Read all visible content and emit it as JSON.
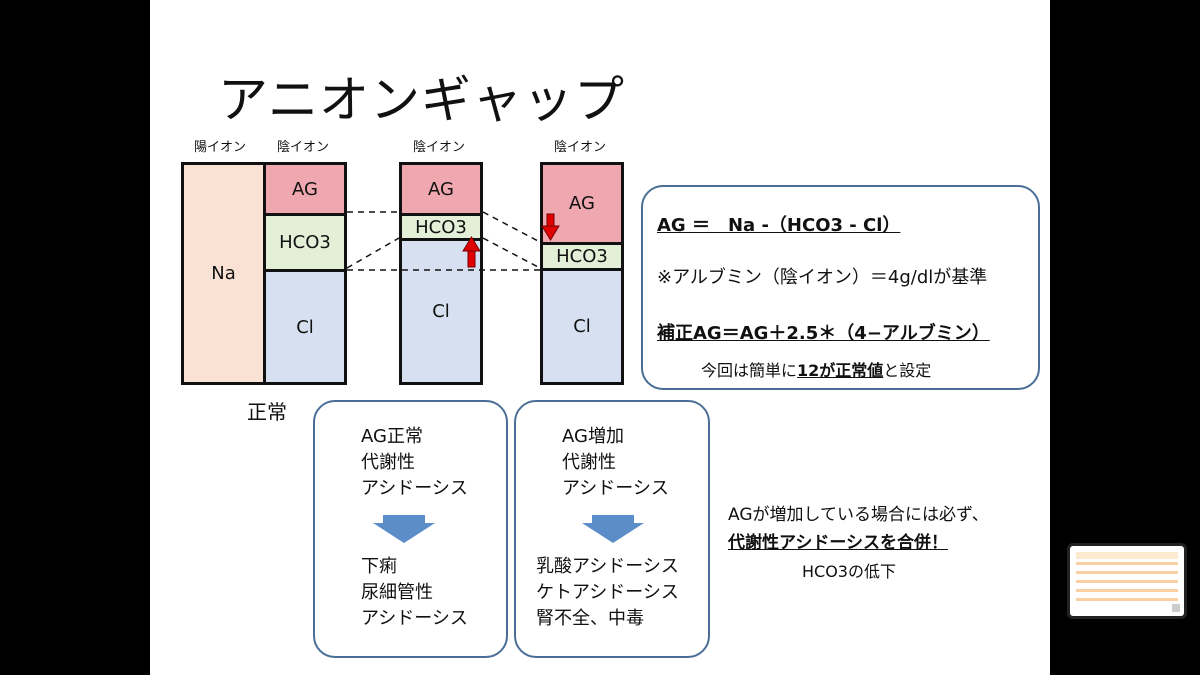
{
  "title": "アニオンギャップ",
  "headers": {
    "cation": "陽イオン",
    "anion1": "陰イオン",
    "anion2": "陰イオン",
    "anion3": "陰イオン"
  },
  "bars": {
    "na": "Na",
    "col1": {
      "ag": "AG",
      "hco3": "HCO3",
      "cl": "Cl"
    },
    "col2": {
      "ag": "AG",
      "hco3": "HCO3",
      "cl": "Cl"
    },
    "col3": {
      "ag": "AG",
      "hco3": "HCO3",
      "cl": "Cl"
    }
  },
  "normal_label": "正常",
  "formula_box": {
    "line1": "AG ＝　Na -（HCO3 - Cl）",
    "line2": "※アルブミン（陰イオン）＝4g/dlが基準",
    "line3": "補正AG＝AG＋2.5＊（4−アルブミン）",
    "line4_pre": "今回は簡単に",
    "line4_bold": "12が正常値",
    "line4_post": "と設定"
  },
  "card_normal": {
    "heading": [
      "AG正常",
      "代謝性",
      "アシドーシス"
    ],
    "items": [
      "下痢",
      "尿細管性",
      "アシドーシス"
    ]
  },
  "card_increase": {
    "heading": [
      "AG増加",
      "代謝性",
      "アシドーシス"
    ],
    "items": [
      "乳酸アシドーシス",
      "ケトアシドーシス",
      "腎不全、中毒"
    ]
  },
  "note": {
    "line1": "AGが増加している場合には必ず、",
    "line2": "代謝性アシドーシスを合併！",
    "line3": "HCO3の低下"
  },
  "colors": {
    "ag": "#f0a8b0",
    "hco3": "#e4efd8",
    "cl": "#d7e0f0",
    "na": "#f9e1d4",
    "frame": "#4a6f97",
    "arrow_red": "#e00000",
    "arrow_blue": "#5b8dc8"
  }
}
